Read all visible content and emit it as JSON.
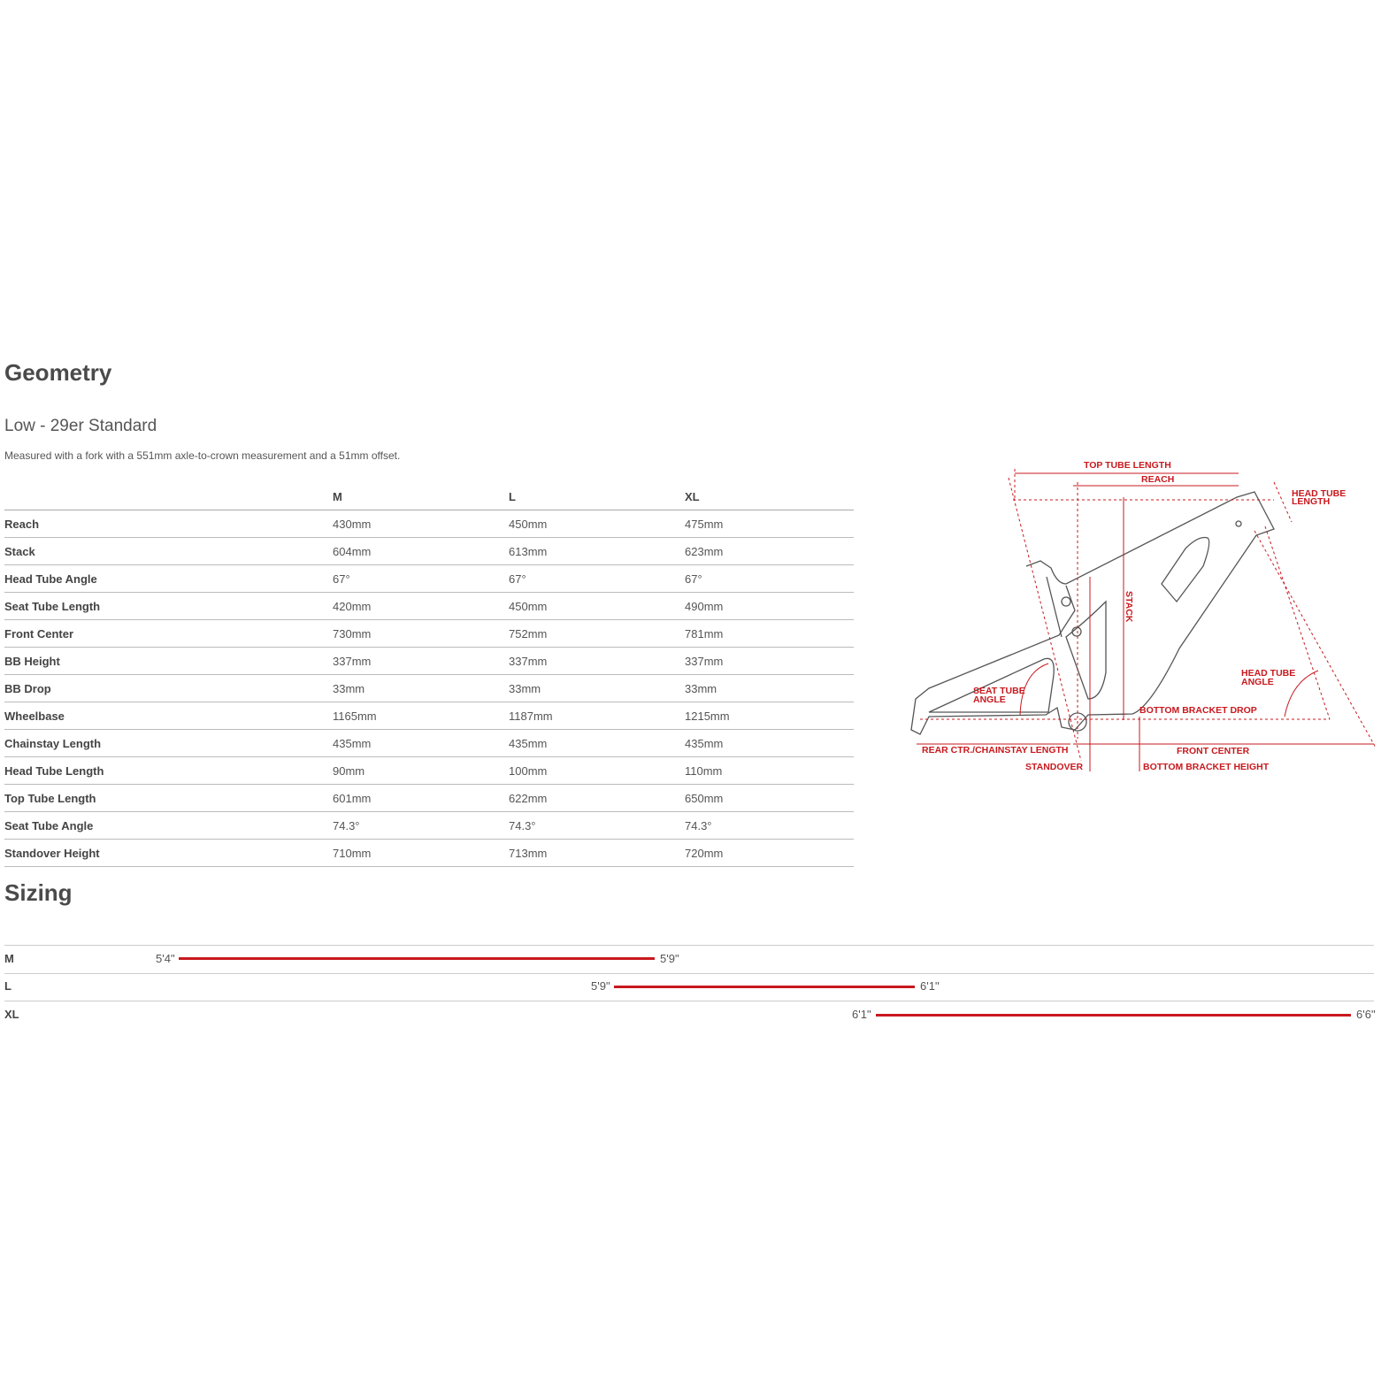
{
  "geometry": {
    "title": "Geometry",
    "subtitle": "Low - 29er Standard",
    "note": "Measured with a fork with a 551mm axle-to-crown measurement and a 51mm offset.",
    "columns": [
      "",
      "M",
      "L",
      "XL"
    ],
    "rows": [
      [
        "Reach",
        "430mm",
        "450mm",
        "475mm"
      ],
      [
        "Stack",
        "604mm",
        "613mm",
        "623mm"
      ],
      [
        "Head Tube Angle",
        "67°",
        "67°",
        "67°"
      ],
      [
        "Seat Tube Length",
        "420mm",
        "450mm",
        "490mm"
      ],
      [
        "Front Center",
        "730mm",
        "752mm",
        "781mm"
      ],
      [
        "BB Height",
        "337mm",
        "337mm",
        "337mm"
      ],
      [
        "BB Drop",
        "33mm",
        "33mm",
        "33mm"
      ],
      [
        "Wheelbase",
        "1165mm",
        "1187mm",
        "1215mm"
      ],
      [
        "Chainstay Length",
        "435mm",
        "435mm",
        "435mm"
      ],
      [
        "Head Tube Length",
        "90mm",
        "100mm",
        "110mm"
      ],
      [
        "Top Tube Length",
        "601mm",
        "622mm",
        "650mm"
      ],
      [
        "Seat Tube Angle",
        "74.3°",
        "74.3°",
        "74.3°"
      ],
      [
        "Standover Height",
        "710mm",
        "713mm",
        "720mm"
      ]
    ]
  },
  "diagram": {
    "labels": {
      "top_tube": "TOP TUBE LENGTH",
      "reach": "REACH",
      "head_tube_length_1": "HEAD TUBE",
      "head_tube_length_2": "LENGTH",
      "stack": "STACK",
      "seat_tube_angle_1": "SEAT TUBE",
      "seat_tube_angle_2": "ANGLE",
      "head_tube_angle_1": "HEAD TUBE",
      "head_tube_angle_2": "ANGLE",
      "bb_drop": "BOTTOM BRACKET DROP",
      "rear_center": "REAR CTR./CHAINSTAY LENGTH",
      "front_center": "FRONT CENTER",
      "standover": "STANDOVER",
      "bb_height": "BOTTOM BRACKET HEIGHT"
    },
    "accent": "#c8191e"
  },
  "sizing": {
    "title": "Sizing",
    "rows": [
      {
        "size": "M",
        "min": "5'4\"",
        "max": "5'9\""
      },
      {
        "size": "L",
        "min": "5'9\"",
        "max": "6'1\""
      },
      {
        "size": "XL",
        "min": "6'1\"",
        "max": "6'6\""
      }
    ]
  }
}
